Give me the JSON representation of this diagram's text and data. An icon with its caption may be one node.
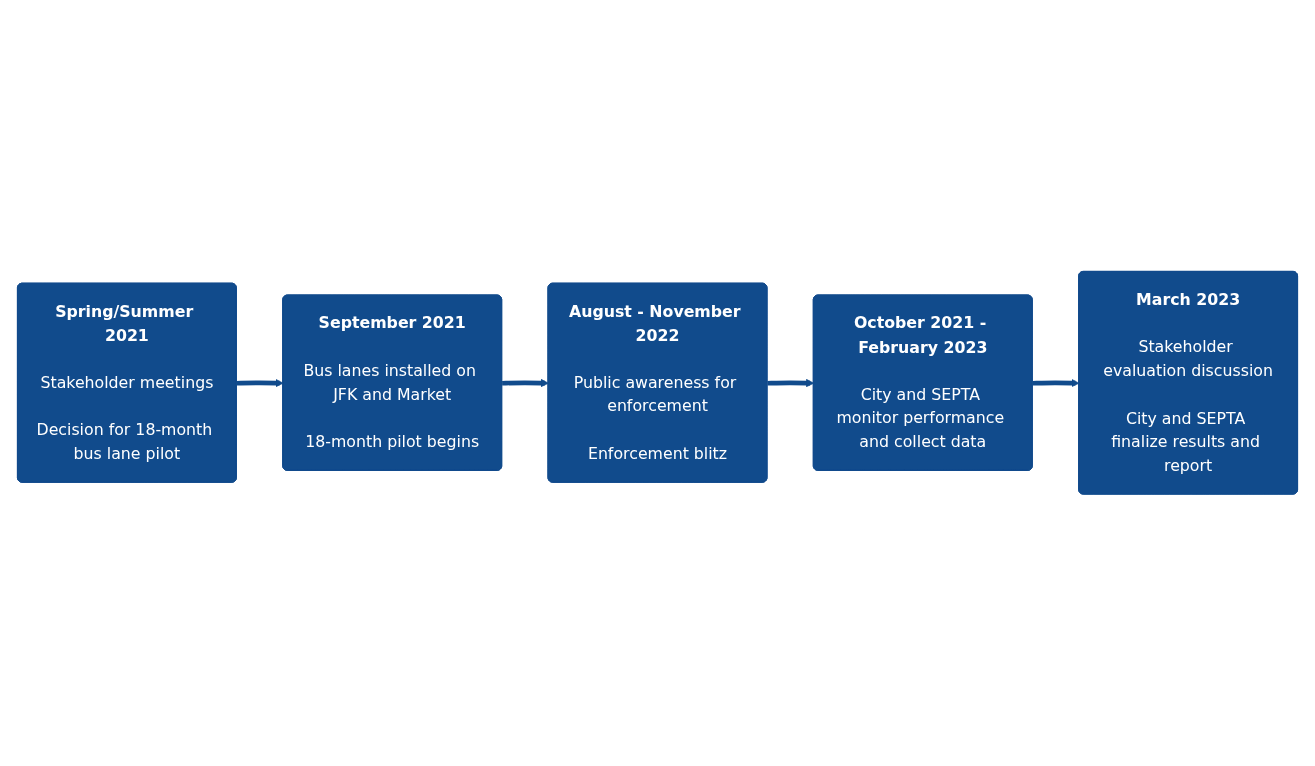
{
  "diagram": {
    "nodes": [
      {
        "text": [
          "Spring/Summer 2021",
          "Stakeholder meetings",
          "Decision for 18-month bus lane pilot"
        ]
      },
      {
        "text": [
          "September 2021",
          "Bus lanes installed on JFK and Market",
          "18-month pilot begins"
        ]
      },
      {
        "text": [
          "August - November 2022",
          "Public awareness for enforcement",
          "Enforcement blitz"
        ]
      },
      {
        "text": [
          "October 2021 - February 2023",
          "City and SEPTA monitor performance and collect data"
        ]
      },
      {
        "text": [
          "March 2023",
          "Stakeholder evaluation discussion",
          "City and SEPTA finalize results and report"
        ]
      }
    ],
    "edges": [
      {
        "from": 0,
        "to": 1,
        "arrow": "to"
      },
      {
        "from": 1,
        "to": 2,
        "arrow": "to"
      },
      {
        "from": 2,
        "to": 3,
        "arrow": "to"
      },
      {
        "from": 3,
        "to": 4,
        "arrow": "to"
      }
    ]
  }
}
